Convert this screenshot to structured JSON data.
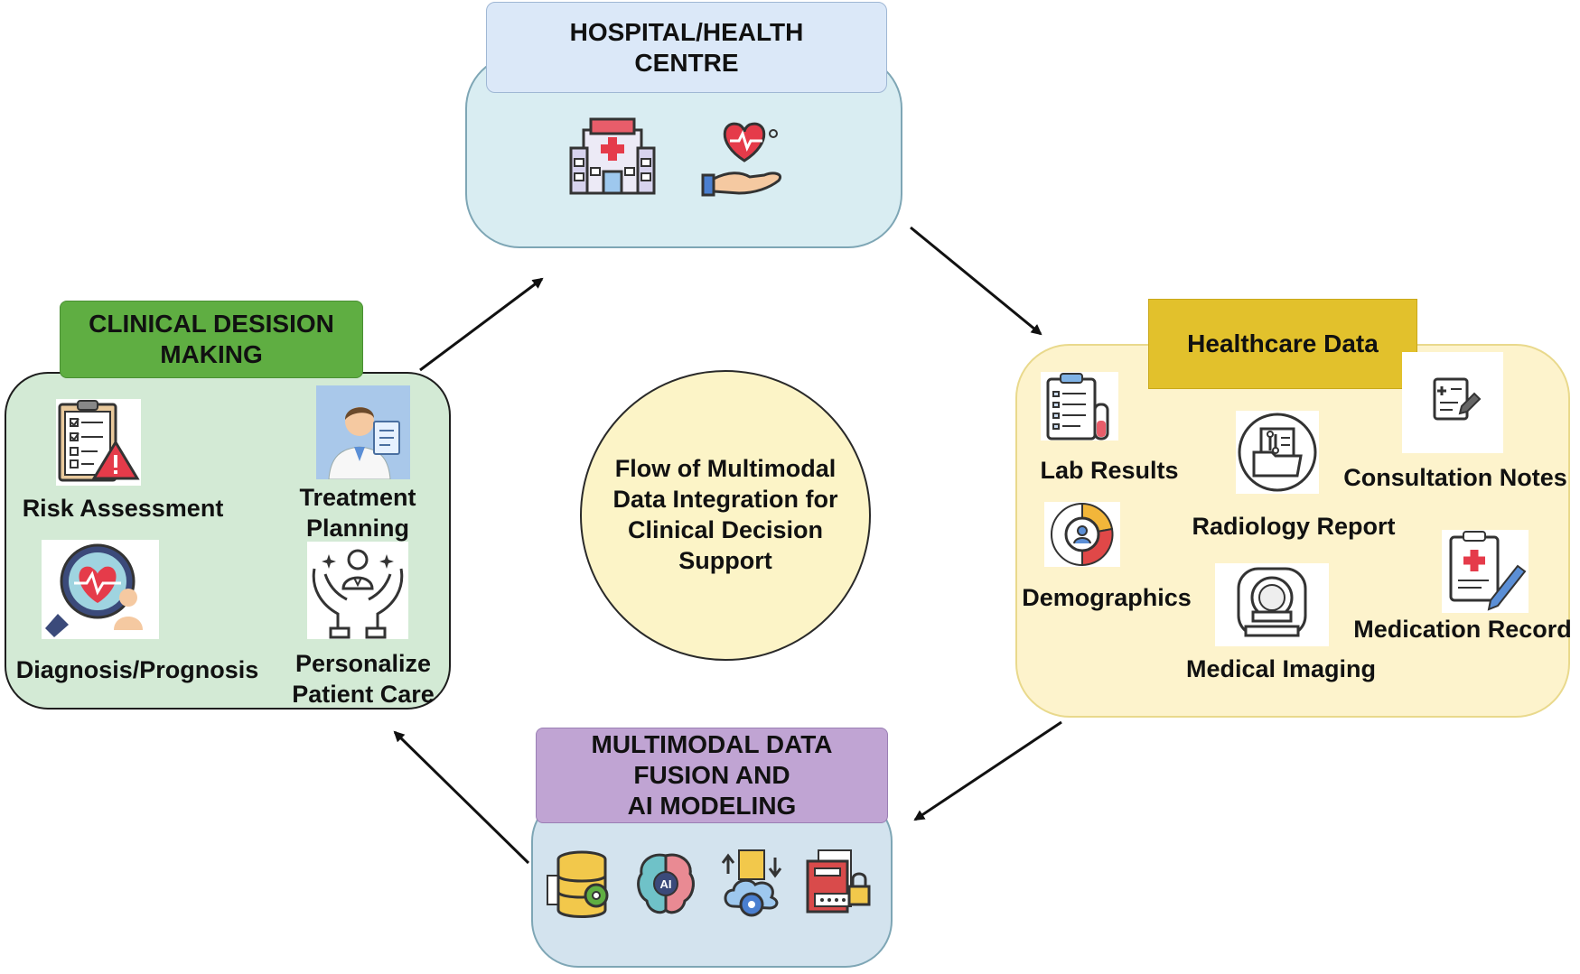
{
  "colors": {
    "hospital_panel": "#d9edf2",
    "hospital_title": "#dbe8f8",
    "healthcare_panel": "#fdf3cc",
    "healthcare_title": "#e2c12c",
    "clinical_panel": "#d3ead5",
    "clinical_title": "#5fae42",
    "fusion_panel": "#d3e3ee",
    "fusion_title": "#c0a4d3",
    "center_circle": "#fcf4c7",
    "arrow": "#111111"
  },
  "hospital": {
    "title": "HOSPITAL/HEALTH\nCENTRE",
    "icons": [
      "hospital-building-icon",
      "heart-in-hand-icon"
    ]
  },
  "healthcare": {
    "title": "Healthcare Data",
    "items": {
      "lab_results": "Lab Results",
      "radiology_report": "Radiology Report",
      "consultation_notes": "Consultation Notes",
      "demographics": "Demographics",
      "medical_imaging": "Medical Imaging",
      "medication_record": "Medication Record"
    }
  },
  "clinical": {
    "title": "CLINICAL DESISION\nMAKING",
    "items": {
      "risk_assessment": "Risk Assessment",
      "treatment_planning": "Treatment\nPlanning",
      "diagnosis_prognosis": "Diagnosis/Prognosis",
      "personalize_patient_care": "Personalize\nPatient Care"
    }
  },
  "fusion": {
    "title": "MULTIMODAL DATA\nFUSION AND\nAI MODELING",
    "icons": [
      "database-gear-icon",
      "ai-brain-icon",
      "cloud-sync-icon",
      "secure-records-icon"
    ]
  },
  "center": {
    "text": "Flow of Multimodal\nData Integration for\nClinical Decision\nSupport"
  }
}
